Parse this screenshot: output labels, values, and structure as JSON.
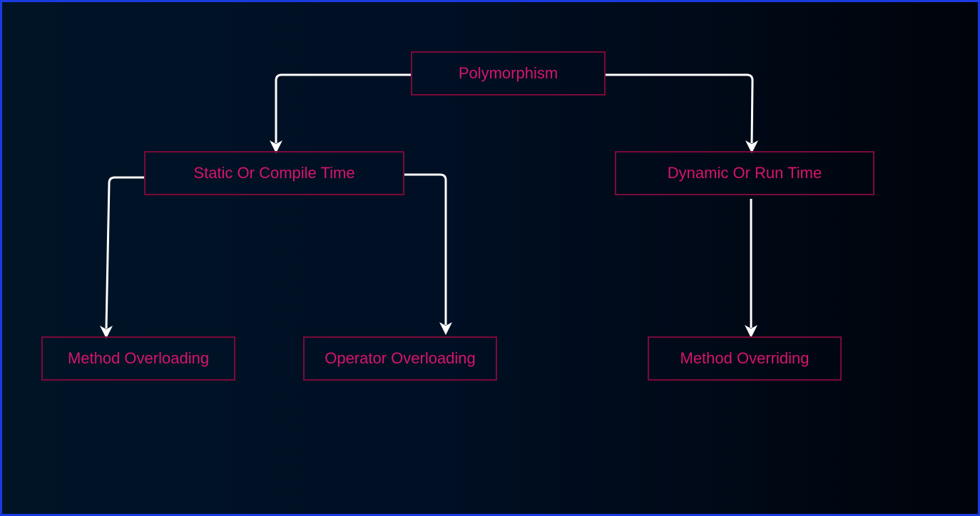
{
  "diagram": {
    "nodes": {
      "root": "Polymorphism",
      "static": "Static Or Compile Time",
      "dynamic": "Dynamic Or Run Time",
      "method_overloading": "Method Overloading",
      "operator_overloading": "Operator Overloading",
      "method_overriding": "Method Overriding"
    },
    "edges": [
      {
        "from": "root",
        "to": "static"
      },
      {
        "from": "root",
        "to": "dynamic"
      },
      {
        "from": "static",
        "to": "method_overloading"
      },
      {
        "from": "static",
        "to": "operator_overloading"
      },
      {
        "from": "dynamic",
        "to": "method_overriding"
      }
    ],
    "colors": {
      "background_left": "#001426",
      "background_right": "#00030a",
      "frame": "#1a3be0",
      "node_border": "#7a0a3a",
      "node_text": "#d6146e",
      "connector": "#ffffff"
    }
  }
}
